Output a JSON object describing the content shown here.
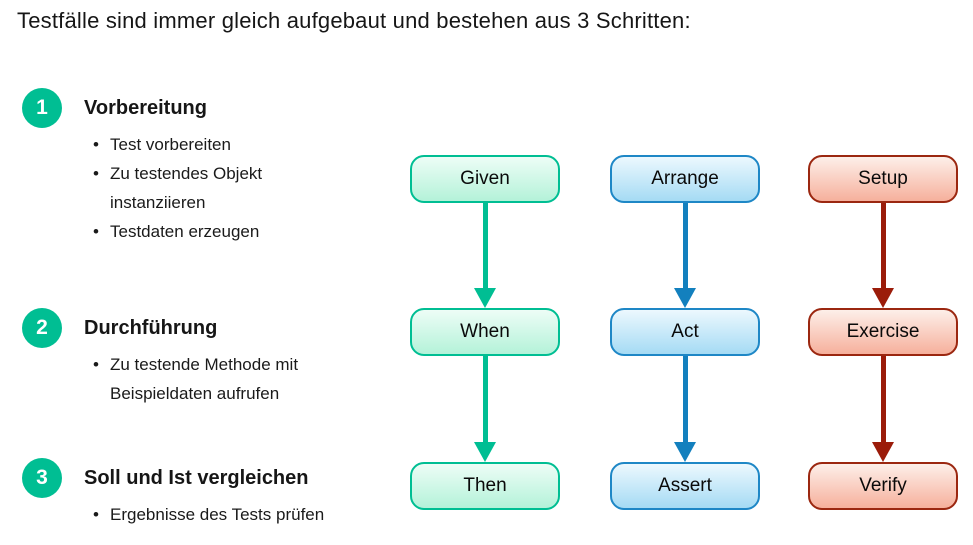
{
  "title": "Testfälle sind immer gleich aufgebaut und bestehen aus 3 Schritten:",
  "steps": [
    {
      "number": "1",
      "heading": "Vorbereitung",
      "bullets": [
        "Test vorbereiten",
        "Zu testendes Objekt instanziieren",
        "Testdaten erzeugen"
      ]
    },
    {
      "number": "2",
      "heading": "Durchführung",
      "bullets": [
        "Zu testende Methode mit Beispieldaten aufrufen"
      ]
    },
    {
      "number": "3",
      "heading": "Soll und Ist vergleichen",
      "bullets": [
        "Ergebnisse des Tests prüfen"
      ]
    }
  ],
  "flows": [
    {
      "name": "given-when-then",
      "color": "#00BE93",
      "boxes": [
        "Given",
        "When",
        "Then"
      ]
    },
    {
      "name": "arrange-act-assert",
      "color": "#1380BE",
      "boxes": [
        "Arrange",
        "Act",
        "Assert"
      ]
    },
    {
      "name": "setup-exercise-verify",
      "color": "#9B1C0A",
      "boxes": [
        "Setup",
        "Exercise",
        "Verify"
      ]
    }
  ],
  "colors": {
    "step_circle": "#00BE93",
    "green_border": "#00BE93",
    "blue_border": "#1E87C6",
    "red_border": "#9B2710",
    "text": "#111111",
    "background": "#FFFFFF"
  }
}
